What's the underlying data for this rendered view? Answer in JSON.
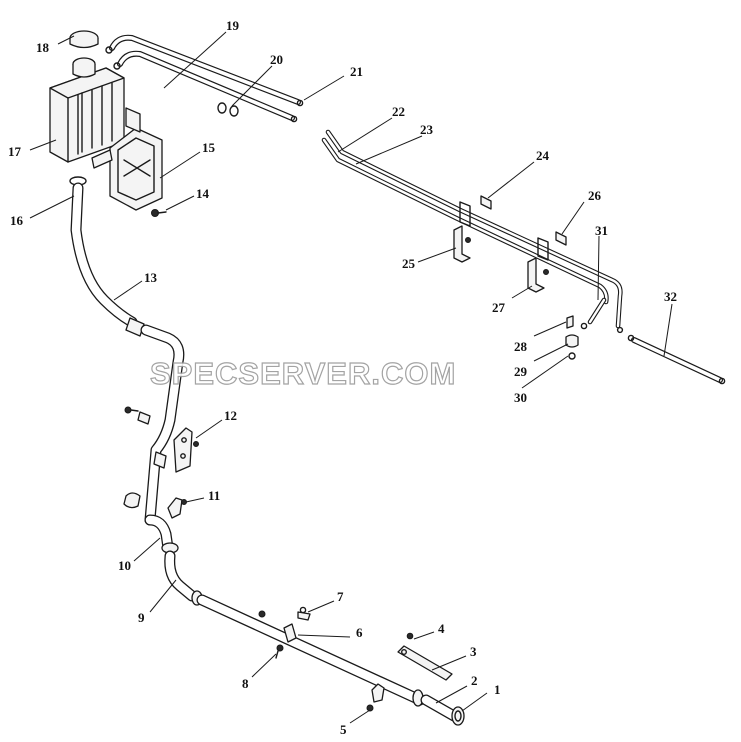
{
  "watermark": "SPECSERVER.COM",
  "callouts": [
    {
      "id": "c1",
      "label": "1"
    },
    {
      "id": "c2",
      "label": "2"
    },
    {
      "id": "c3",
      "label": "3"
    },
    {
      "id": "c4",
      "label": "4"
    },
    {
      "id": "c5",
      "label": "5"
    },
    {
      "id": "c6",
      "label": "6"
    },
    {
      "id": "c7",
      "label": "7"
    },
    {
      "id": "c8",
      "label": "8"
    },
    {
      "id": "c9",
      "label": "9"
    },
    {
      "id": "c10",
      "label": "10"
    },
    {
      "id": "c11",
      "label": "11"
    },
    {
      "id": "c12",
      "label": "12"
    },
    {
      "id": "c13",
      "label": "13"
    },
    {
      "id": "c14",
      "label": "14"
    },
    {
      "id": "c15",
      "label": "15"
    },
    {
      "id": "c16",
      "label": "16"
    },
    {
      "id": "c17",
      "label": "17"
    },
    {
      "id": "c18",
      "label": "18"
    },
    {
      "id": "c19",
      "label": "19"
    },
    {
      "id": "c20",
      "label": "20"
    },
    {
      "id": "c21",
      "label": "21"
    },
    {
      "id": "c22",
      "label": "22"
    },
    {
      "id": "c23",
      "label": "23"
    },
    {
      "id": "c24",
      "label": "24"
    },
    {
      "id": "c25",
      "label": "25"
    },
    {
      "id": "c26",
      "label": "26"
    },
    {
      "id": "c27",
      "label": "27"
    },
    {
      "id": "c28",
      "label": "28"
    },
    {
      "id": "c29",
      "label": "29"
    },
    {
      "id": "c30",
      "label": "30"
    },
    {
      "id": "c31",
      "label": "31"
    },
    {
      "id": "c32",
      "label": "32"
    }
  ]
}
